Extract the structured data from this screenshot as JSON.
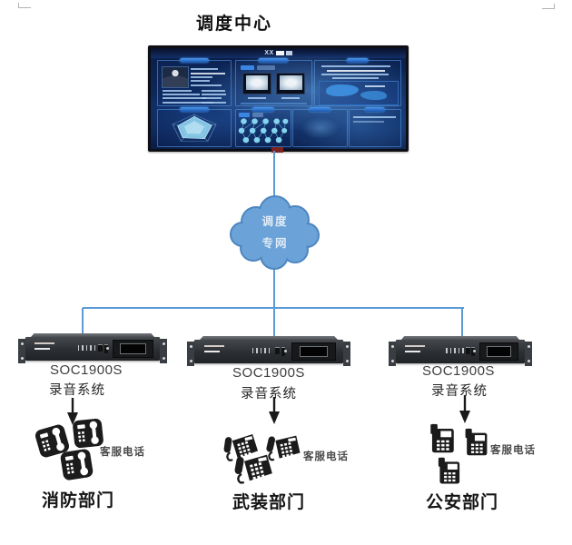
{
  "page_title": "调度中心",
  "monitor": {
    "screen_title_prefix": "XX"
  },
  "cloud": {
    "label_line1": "调度",
    "label_line2": "专网"
  },
  "branches": [
    {
      "model": "SOC1900S",
      "system_label": "录音系统",
      "phones_label": "客服电话",
      "department": "消防部门"
    },
    {
      "model": "SOC1900S",
      "system_label": "录音系统",
      "phones_label": "客服电话",
      "department": "武装部门"
    },
    {
      "model": "SOC1900S",
      "system_label": "录音系统",
      "phones_label": "客服电话",
      "department": "公安部门"
    }
  ],
  "colors": {
    "connector_blue": "#5b9bd5",
    "cloud_fill": "#6ba3d8",
    "cloud_stroke": "#4d86c0",
    "device_body": "#2e3236",
    "title_text": "#111111"
  }
}
